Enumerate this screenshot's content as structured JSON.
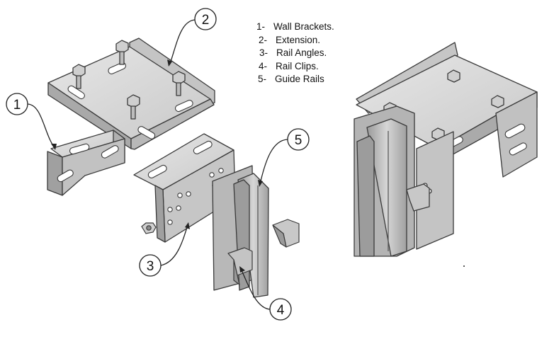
{
  "legend": [
    {
      "num": "1-",
      "label": "Wall Brackets."
    },
    {
      "num": "2-",
      "label": "Extension."
    },
    {
      "num": "3-",
      "label": "Rail Angles."
    },
    {
      "num": "4-",
      "label": "Rail Clips."
    },
    {
      "num": "5-",
      "label": "Guide Rails"
    }
  ],
  "callouts": {
    "c1": "1",
    "c2": "2",
    "c3": "3",
    "c4": "4",
    "c5": "5"
  },
  "colors": {
    "metal_light": "#d8d8d8",
    "metal_mid": "#b9b9b9",
    "metal_dark": "#8e8e8e",
    "outline": "#3a3a3a"
  }
}
